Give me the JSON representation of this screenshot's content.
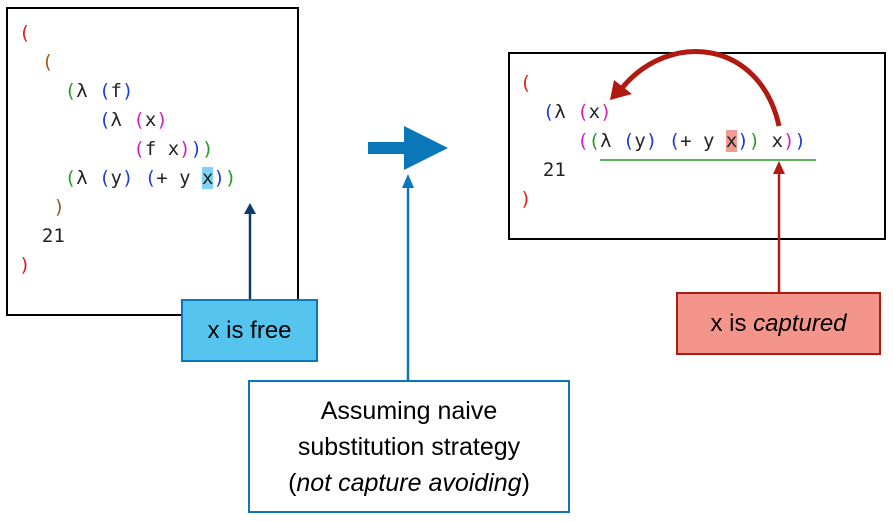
{
  "left_code": {
    "lines": [
      [
        {
          "t": "(",
          "c": "#e0201a"
        }
      ],
      [
        {
          "t": "  ",
          "c": "#000"
        },
        {
          "t": "(",
          "c": "#9a5a1e"
        }
      ],
      [
        {
          "t": "    ",
          "c": "#000"
        },
        {
          "t": "(",
          "c": "#2a9a2a"
        },
        {
          "t": "λ ",
          "c": "#222"
        },
        {
          "t": "(",
          "c": "#1f3fd0"
        },
        {
          "t": "f",
          "c": "#222"
        },
        {
          "t": ")",
          "c": "#1f3fd0"
        }
      ],
      [
        {
          "t": "       ",
          "c": "#000"
        },
        {
          "t": "(",
          "c": "#1f3fd0"
        },
        {
          "t": "λ ",
          "c": "#222"
        },
        {
          "t": "(",
          "c": "#d020c0"
        },
        {
          "t": "x",
          "c": "#222"
        },
        {
          "t": ")",
          "c": "#d020c0"
        }
      ],
      [
        {
          "t": "          ",
          "c": "#000"
        },
        {
          "t": "(",
          "c": "#d020c0"
        },
        {
          "t": "f x",
          "c": "#222"
        },
        {
          "t": ")",
          "c": "#d020c0"
        },
        {
          "t": ")",
          "c": "#1f3fd0"
        },
        {
          "t": ")",
          "c": "#2a9a2a"
        }
      ],
      [
        {
          "t": "    ",
          "c": "#000"
        },
        {
          "t": "(",
          "c": "#2a9a2a"
        },
        {
          "t": "λ ",
          "c": "#222"
        },
        {
          "t": "(",
          "c": "#1f3fd0"
        },
        {
          "t": "y",
          "c": "#222"
        },
        {
          "t": ")",
          "c": "#1f3fd0"
        },
        {
          "t": " ",
          "c": "#222"
        },
        {
          "t": "(",
          "c": "#1f3fd0"
        },
        {
          "t": "+ y ",
          "c": "#222"
        },
        {
          "t": "x",
          "c": "#222",
          "hl": "#7fd3f5"
        },
        {
          "t": ")",
          "c": "#1f3fd0"
        },
        {
          "t": ")",
          "c": "#2a9a2a"
        }
      ],
      [
        {
          "t": "   ",
          "c": "#000"
        },
        {
          "t": ")",
          "c": "#9a5a1e"
        }
      ],
      [
        {
          "t": "  21",
          "c": "#222"
        }
      ],
      [
        {
          "t": ")",
          "c": "#e0201a"
        }
      ]
    ]
  },
  "right_code": {
    "lines": [
      [
        {
          "t": "(",
          "c": "#e0201a"
        }
      ],
      [
        {
          "t": "  ",
          "c": "#000"
        },
        {
          "t": "(",
          "c": "#1f3fd0"
        },
        {
          "t": "λ ",
          "c": "#222"
        },
        {
          "t": "(",
          "c": "#d020c0"
        },
        {
          "t": "x",
          "c": "#222"
        },
        {
          "t": ")",
          "c": "#d020c0"
        }
      ],
      [
        {
          "t": "     ",
          "c": "#000"
        },
        {
          "t": "(",
          "c": "#d020c0"
        },
        {
          "t": "(",
          "c": "#2a9a2a"
        },
        {
          "t": "λ ",
          "c": "#222"
        },
        {
          "t": "(",
          "c": "#1f3fd0"
        },
        {
          "t": "y",
          "c": "#222"
        },
        {
          "t": ")",
          "c": "#1f3fd0"
        },
        {
          "t": " ",
          "c": "#222"
        },
        {
          "t": "(",
          "c": "#1f3fd0"
        },
        {
          "t": "+ y ",
          "c": "#222"
        },
        {
          "t": "x",
          "c": "#222",
          "hl": "#f39a90"
        },
        {
          "t": ")",
          "c": "#1f3fd0"
        },
        {
          "t": ")",
          "c": "#2a9a2a"
        },
        {
          "t": " x",
          "c": "#222"
        },
        {
          "t": ")",
          "c": "#d020c0"
        },
        {
          "t": ")",
          "c": "#1f3fd0"
        }
      ],
      [
        {
          "t": "  21",
          "c": "#222"
        }
      ],
      [
        {
          "t": ")",
          "c": "#e0201a"
        }
      ]
    ]
  },
  "free_label": "x is free",
  "captured_label": {
    "plain": "x is ",
    "italic": "captured"
  },
  "naive_label": {
    "line1": "Assuming naive",
    "line2": "substitution strategy",
    "line3_open": "(",
    "line3_italic": "not capture avoiding",
    "line3_close": ")"
  },
  "colors": {
    "blue_arrow": "#0a78b8",
    "free_box_fill": "#55c5f0",
    "free_box_border": "#0a78b8",
    "captured_box_fill": "#f4958b",
    "captured_box_border": "#b01a10",
    "red_arrow": "#b01a10",
    "underline": "#2a9a2a"
  }
}
